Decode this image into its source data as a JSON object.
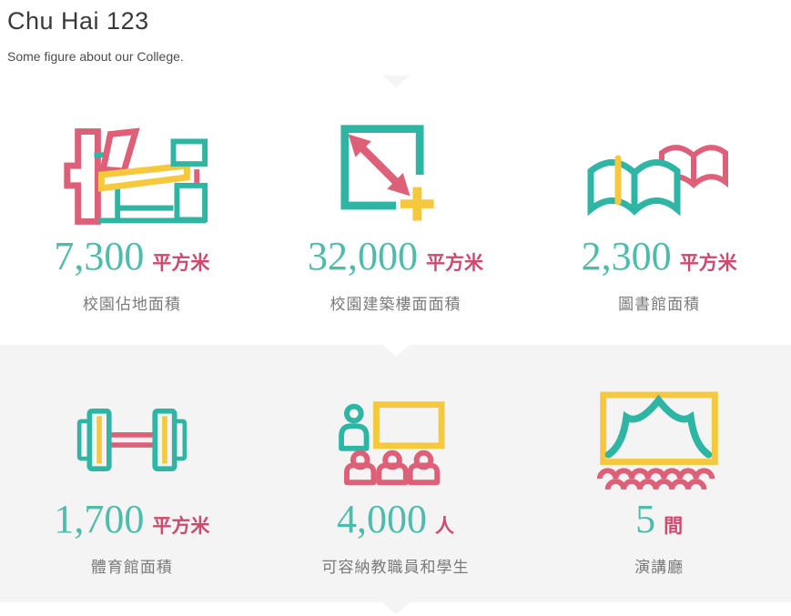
{
  "header": {
    "title": "Chu Hai 123",
    "subtitle": "Some figure about our College."
  },
  "colors": {
    "teal_icon": "#2fb5a4",
    "teal_number": "#4dbcab",
    "pink_icon": "#dd5f78",
    "pink_unit": "#cc4a6d",
    "yellow": "#f5c83e",
    "label_gray": "#7a7a7a",
    "section_background": "#f4f4f4",
    "arrow_light_gray": "#f5f5f5"
  },
  "stats": [
    {
      "icon": "campus-buildings-icon",
      "value": "7,300",
      "unit": "平方米",
      "label": "校園佔地面積"
    },
    {
      "icon": "floor-area-icon",
      "value": "32,000",
      "unit": "平方米",
      "label": "校園建築樓面面積"
    },
    {
      "icon": "library-books-icon",
      "value": "2,300",
      "unit": "平方米",
      "label": "圖書館面積"
    },
    {
      "icon": "gym-dumbbell-icon",
      "value": "1,700",
      "unit": "平方米",
      "label": "體育館面積"
    },
    {
      "icon": "classroom-people-icon",
      "value": "4,000",
      "unit": "人",
      "label": "可容納教職員和學生"
    },
    {
      "icon": "lecture-hall-icon",
      "value": "5",
      "unit": "間",
      "label": "演講廳"
    }
  ]
}
